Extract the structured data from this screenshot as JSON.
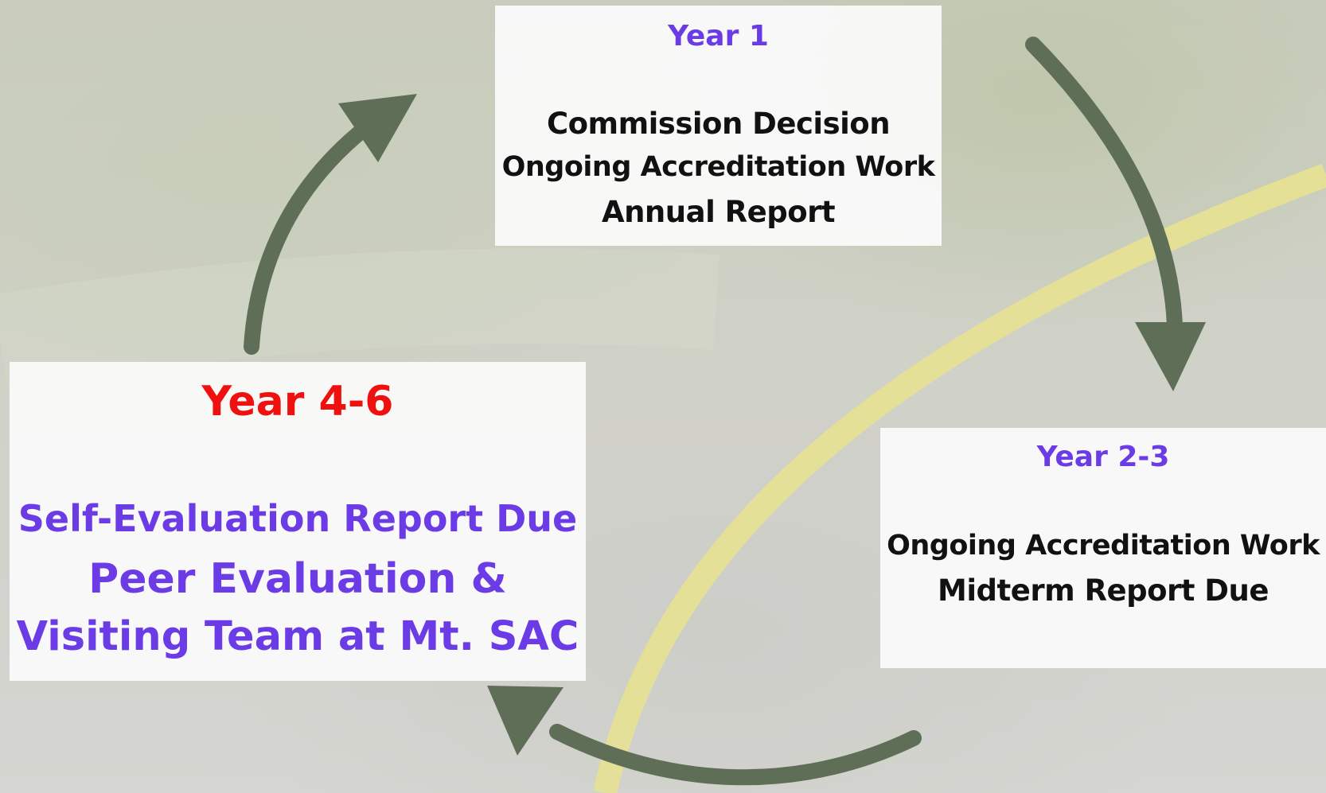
{
  "colors": {
    "accent_purple": "#6b3ce6",
    "accent_red": "#ef1010",
    "arrow": "#5f6e56",
    "body_text": "#111111"
  },
  "year1": {
    "heading": "Year 1",
    "lines": [
      "Commission Decision",
      "Ongoing Accreditation Work",
      "Annual Report"
    ]
  },
  "year23": {
    "heading": "Year 2-3",
    "lines": [
      "Ongoing Accreditation Work",
      "Midterm Report Due"
    ]
  },
  "year46": {
    "heading": "Year 4-6",
    "lines": [
      "Self-Evaluation Report Due",
      "Peer Evaluation &",
      "Visiting Team at Mt. SAC"
    ]
  }
}
